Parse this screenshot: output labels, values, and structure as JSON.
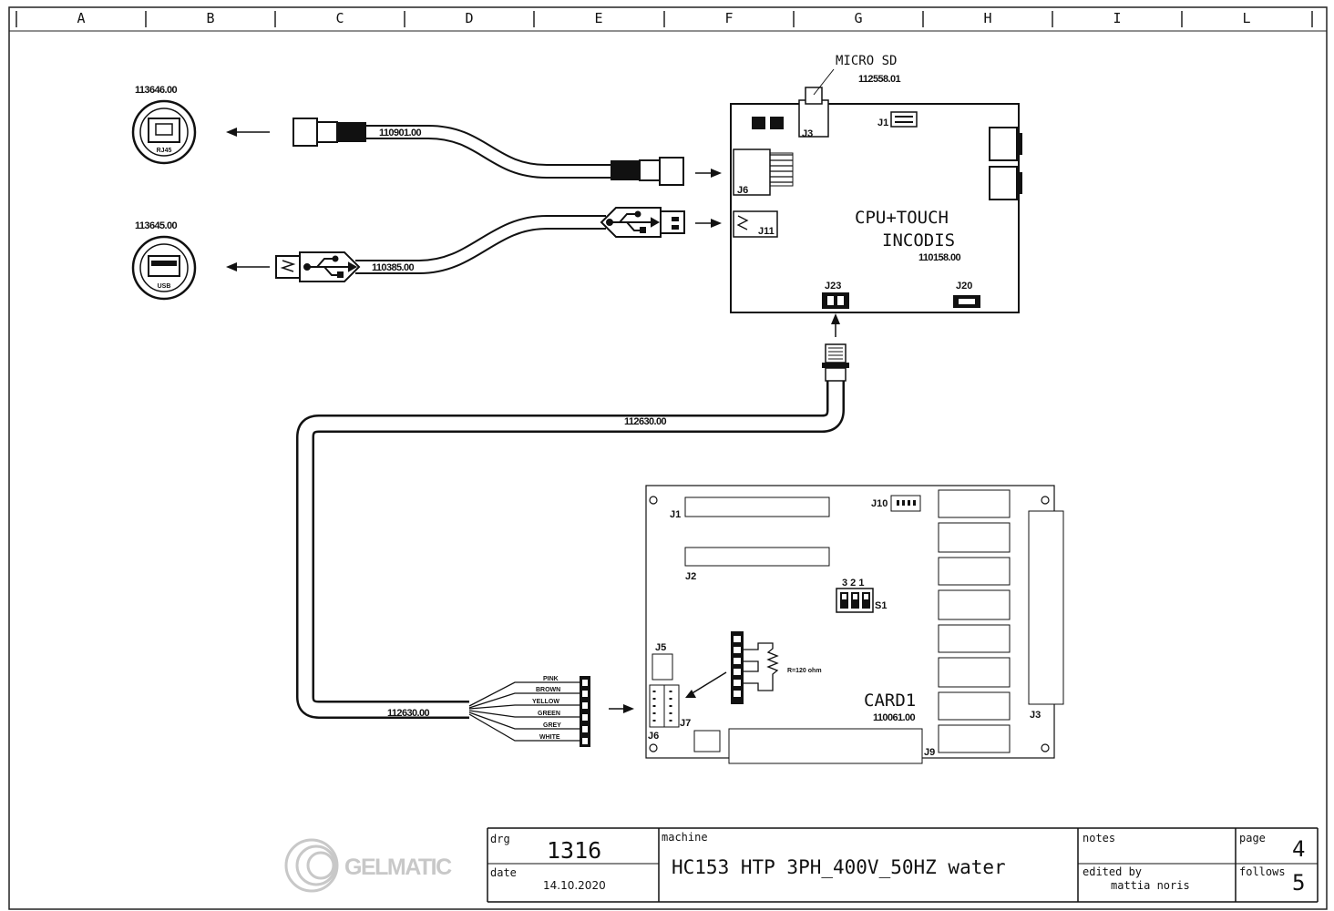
{
  "border": {
    "columns": [
      "A",
      "B",
      "C",
      "D",
      "E",
      "F",
      "G",
      "H",
      "I",
      "L"
    ]
  },
  "peripherals": {
    "rj45_socket_code": "113646.00",
    "rj45_socket_label": "RJ45",
    "usb_socket_code": "113645.00",
    "usb_socket_label": "USB",
    "eth_cable_code": "110901.00",
    "usb_cable_code": "110385.00"
  },
  "cpu_board": {
    "title_line1": "CPU+TOUCH",
    "title_line2": "INCODIS",
    "code": "110158.00",
    "microsd_label": "MICRO SD",
    "microsd_code": "112558.01",
    "connectors": {
      "j3": "J3",
      "j1": "J1",
      "j6": "J6",
      "j11": "J11",
      "j23": "J23",
      "j20": "J20"
    }
  },
  "comm_cable": {
    "code_top": "112630.00",
    "code_bottom": "112630.00",
    "wire_colors": [
      "PINK",
      "BROWN",
      "YELLOW",
      "GREEN",
      "GREY",
      "WHITE"
    ]
  },
  "card1": {
    "title": "CARD1",
    "code": "110061.00",
    "resistor_label": "R=120 ohm",
    "switch_numbers": "3 2 1",
    "connectors": {
      "j1": "J1",
      "j2": "J2",
      "j3": "J3",
      "j5": "J5",
      "j6": "J6",
      "j7": "J7",
      "j9": "J9",
      "j10": "J10",
      "s1": "S1"
    }
  },
  "title_block": {
    "logo_text": "GELMATIC",
    "drg_label": "drg",
    "drg_value": "1316",
    "date_label": "date",
    "date_value": "14.10.2020",
    "machine_label": "machine",
    "machine_value": "HC153 HTP 3PH_400V_50HZ water",
    "notes_label": "notes",
    "edited_label": "edited by",
    "edited_value": "mattia noris",
    "page_label": "page",
    "page_value": "4",
    "follows_label": "follows",
    "follows_value": "5"
  }
}
